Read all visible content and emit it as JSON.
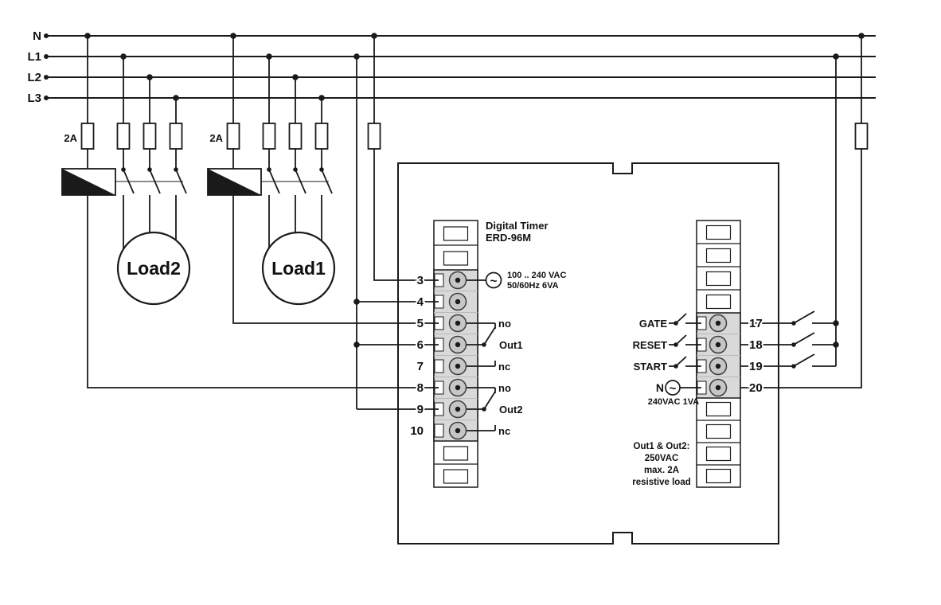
{
  "rails": {
    "n": "N",
    "l1": "L1",
    "l2": "L2",
    "l3": "L3"
  },
  "fuses": {
    "load2_coil": "2A",
    "load1_coil": "2A"
  },
  "loads": {
    "load2": "Load2",
    "load1": "Load1"
  },
  "symbols": {
    "ac": "~"
  },
  "timer": {
    "title": "Digital Timer",
    "model": "ERD-96M",
    "supply_spec_line1": "100 .. 240 VAC",
    "supply_spec_line2": "50/60Hz 6VA",
    "left_terminals": [
      "3",
      "4",
      "5",
      "6",
      "7",
      "8",
      "9",
      "10"
    ],
    "out1": {
      "no": "no",
      "name": "Out1",
      "nc": "nc"
    },
    "out2": {
      "no": "no",
      "name": "Out2",
      "nc": "nc"
    },
    "inputs": {
      "gate": "GATE",
      "reset": "RESET",
      "start": "START",
      "neutral": "N",
      "supply": "240VAC 1VA"
    },
    "right_terminals": [
      "17",
      "18",
      "19",
      "20"
    ],
    "rating": [
      "Out1 & Out2:",
      "250VAC",
      "max. 2A",
      "resistive load"
    ]
  }
}
